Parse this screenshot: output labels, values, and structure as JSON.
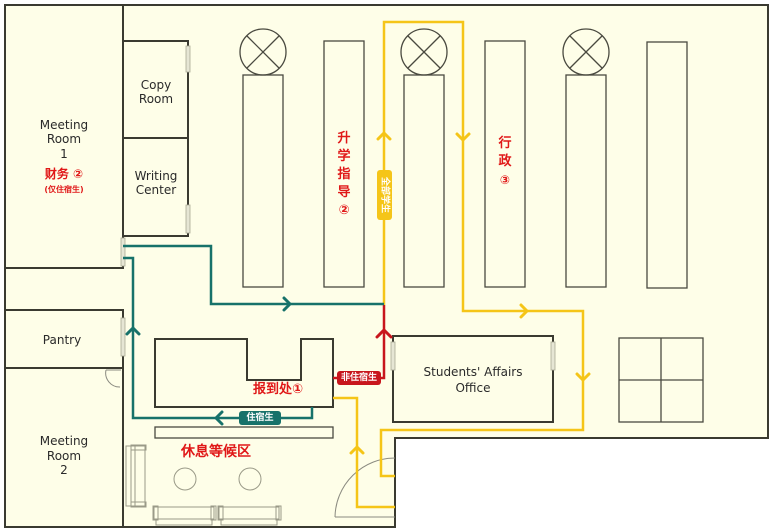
{
  "rooms": {
    "meeting_room_1": [
      "Meeting",
      "Room",
      "1"
    ],
    "copy_room": [
      "Copy",
      "Room"
    ],
    "writing_center": [
      "Writing",
      "Center"
    ],
    "pantry": "Pantry",
    "meeting_room_2": [
      "Meeting",
      "Room",
      "2"
    ],
    "students_affairs": [
      "Students' Affairs",
      "Office"
    ]
  },
  "stations": {
    "finance": "财务 ②",
    "finance_note": "(仅住宿生)",
    "guidance": [
      "升",
      "学",
      "指",
      "导",
      "②"
    ],
    "admin": [
      "行",
      "政",
      "③"
    ],
    "registration": "报到处①",
    "waiting_area": "休息等候区"
  },
  "routes": {
    "all_students": {
      "label": "全部学生",
      "color": "#f5c518"
    },
    "boarding": {
      "label": "住宿生",
      "color": "#17726a"
    },
    "non_boarding": {
      "label": "非住宿生",
      "color": "#c8161d"
    }
  },
  "colors": {
    "floor": "#fefee8",
    "station_text": "#e01818"
  }
}
